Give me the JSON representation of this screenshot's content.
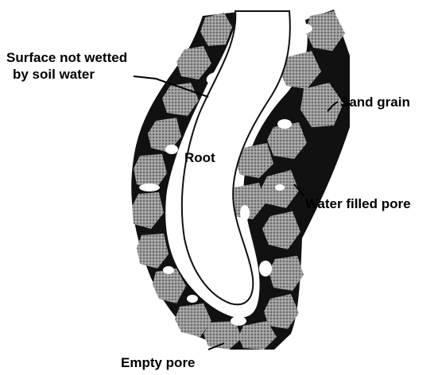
{
  "figure": {
    "labels": {
      "surface_line1": "Surface not wetted",
      "surface_line2": "by soil water",
      "sand_grain": "Sand grain",
      "root": "Root",
      "water_filled_pore": "Water filled pore",
      "empty_pore": "Empty pore"
    }
  }
}
